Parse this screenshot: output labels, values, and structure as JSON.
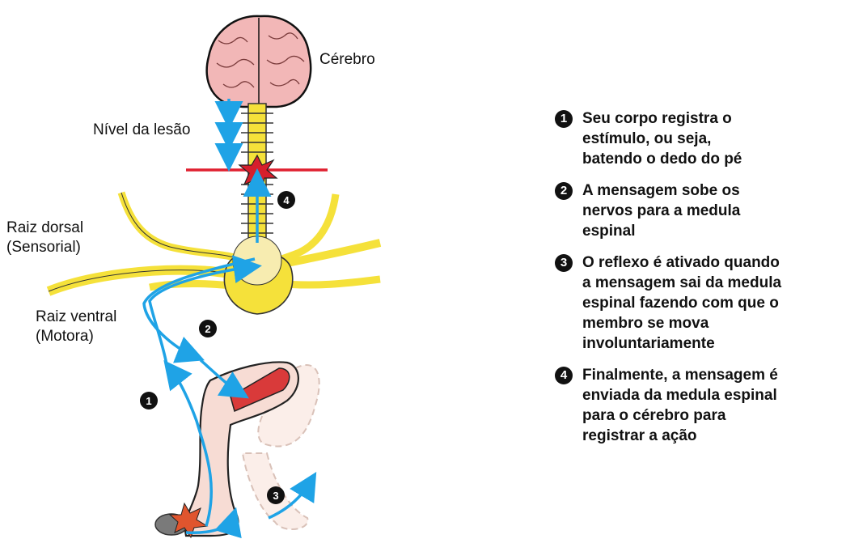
{
  "labels": {
    "brain": "Cérebro",
    "lesion_level": "Nível da lesão",
    "dorsal_root_line1": "Raiz dorsal",
    "dorsal_root_line2": "(Sensorial)",
    "ventral_root_line1": "Raiz ventral",
    "ventral_root_line2": "(Motora)"
  },
  "diagram_markers": [
    "1",
    "2",
    "3",
    "4"
  ],
  "steps": [
    {
      "number": "1",
      "text": "Seu corpo registra o\nestímulo, ou seja,\nbatendo o dedo do pé"
    },
    {
      "number": "2",
      "text": "A mensagem sobe os\nnervos para a medula\nespinal"
    },
    {
      "number": "3",
      "text": "O reflexo é ativado quando\na mensagem sai da medula\nespinal fazendo com que o\nmembro se mova\ninvoluntariamente"
    },
    {
      "number": "4",
      "text": "Finalmente, a mensagem é\nenviada da medula espinal\npara o cérebro para\nregistrar a ação"
    }
  ],
  "colors": {
    "nerve": "#f5e13a",
    "arrow": "#1fa3e6",
    "lesion_line": "#e02030",
    "brain": "#f2b7b7",
    "skin": "#f7dcd4",
    "muscle": "#d93a3a"
  }
}
